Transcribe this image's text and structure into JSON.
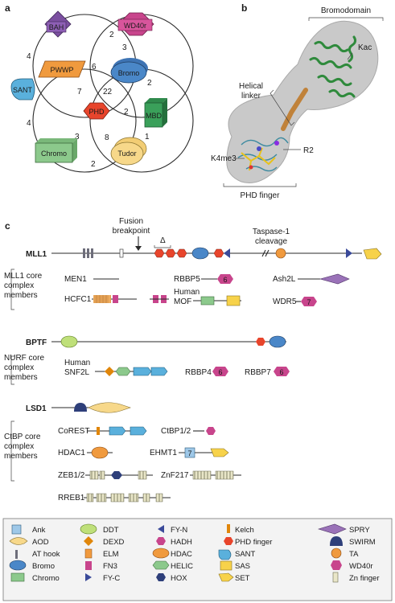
{
  "panels": {
    "a": "a",
    "b": "b",
    "c": "c"
  },
  "network": {
    "nodes": {
      "bah": "BAH",
      "wd40r": "WD40r",
      "pwwp": "PWWP",
      "bromo": "Bromo",
      "sant": "SANT",
      "phd": "PHD",
      "mbd": "MBD",
      "chromo": "Chromo",
      "tudor": "Tudor"
    },
    "edges": {
      "bah_wd40r": "2",
      "bah_sant": "4",
      "wd40r_bromo": "3",
      "pwwp_bromo": "6",
      "pwwp_phd": "7",
      "bromo_phd": "22",
      "bromo_mbd": "2",
      "phd_mbd": "2",
      "sant_chromo": "4",
      "phd_chromo": "3",
      "phd_tudor": "8",
      "mbd_tudor": "1",
      "chromo_tudor": "2"
    }
  },
  "structure": {
    "bromodomain": "Bromodomain",
    "kac": "Kac",
    "helical_linker_1": "Helical",
    "helical_linker_2": "linker",
    "k4me3": "K4me3",
    "r2": "R2",
    "phd_finger": "PHD finger"
  },
  "panel_c": {
    "fusion_1": "Fusion",
    "fusion_2": "breakpoint",
    "delta": "Δ",
    "taspase_1": "Taspase-1",
    "taspase_2": "cleavage",
    "mll1": "MLL1",
    "mll1_group": [
      "MLL1 core",
      "complex",
      "members"
    ],
    "men1": "MEN1",
    "rbbp5": "RBBP5",
    "ash2l": "Ash2L",
    "hcfc1": "HCFC1",
    "human_mof_1": "Human",
    "human_mof_2": "MOF",
    "wdr5": "WDR5",
    "bptf": "BPTF",
    "nurf_group": [
      "NURF core",
      "complex",
      "members"
    ],
    "human_snf2l_1": "Human",
    "human_snf2l_2": "SNF2L",
    "rbbp4": "RBBP4",
    "rbbp7": "RBBP7",
    "lsd1": "LSD1",
    "ctbp_group": [
      "CtBP core",
      "complex",
      "members"
    ],
    "corest": "CoREST",
    "ctbp12": "CtBP1/2",
    "hdac1": "HDAC1",
    "ehmt1": "EHMT1",
    "zeb12": "ZEB1/2",
    "znf217": "ZnF217",
    "rreb1": "RREB1",
    "num6": "6",
    "num7": "7"
  },
  "legend": [
    [
      "Ank",
      "AOD",
      "AT hook",
      "Bromo",
      "Chromo"
    ],
    [
      "DDT",
      "DEXD",
      "ELM",
      "FN3",
      "FY-C"
    ],
    [
      "FY-N",
      "HADH",
      "HDAC",
      "HELIC",
      "HOX"
    ],
    [
      "Kelch",
      "PHD finger",
      "SANT",
      "SAS",
      "SET"
    ],
    [
      "SPRY",
      "SWIRM",
      "TA",
      "WD40r",
      "Zn finger"
    ]
  ],
  "colors": {
    "bah": "#7b4fa0",
    "wd40r": "#c8458c",
    "pwwp": "#f09a3e",
    "bromo": "#4a87c8",
    "sant": "#5ab0dc",
    "phd": "#e8452c",
    "mbd": "#3aa05a",
    "chromo": "#8cc98c",
    "tudor": "#f7d88a"
  }
}
